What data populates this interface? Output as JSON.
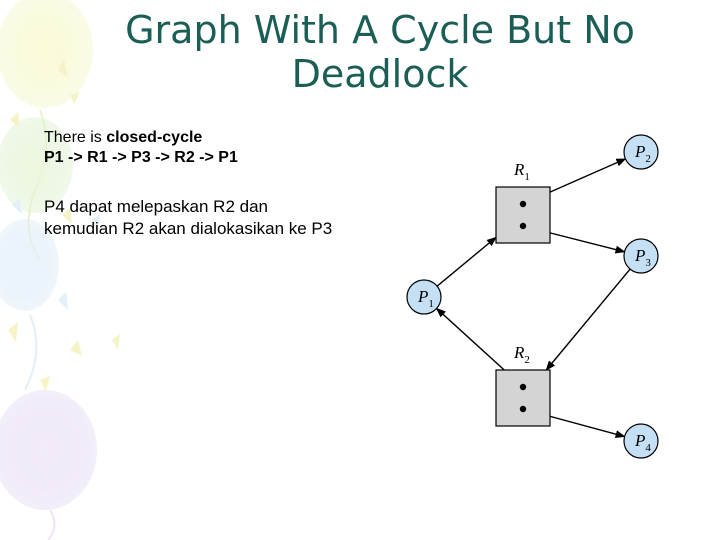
{
  "slide": {
    "title_line1": "Graph With A Cycle But No",
    "title_line2": "Deadlock",
    "para1_prefix": "There is ",
    "para1_bold": "closed-cycle",
    "para1_line2": "P1 -> R1 -> P3 -> R2 -> P1",
    "para2_line1": "P4 dapat melepaskan R2 dan",
    "para2_line2": "kemudian R2 akan dialokasikan ke P3"
  },
  "diagram": {
    "nodes": [
      {
        "id": "P1",
        "kind": "process",
        "label": "P",
        "sub": "1"
      },
      {
        "id": "P2",
        "kind": "process",
        "label": "P",
        "sub": "2"
      },
      {
        "id": "P3",
        "kind": "process",
        "label": "P",
        "sub": "3"
      },
      {
        "id": "P4",
        "kind": "process",
        "label": "P",
        "sub": "4"
      },
      {
        "id": "R1",
        "kind": "resource",
        "label": "R",
        "sub": "1",
        "instances": 2
      },
      {
        "id": "R2",
        "kind": "resource",
        "label": "R",
        "sub": "2",
        "instances": 2
      }
    ],
    "edges": [
      {
        "from": "P1",
        "to": "R1",
        "type": "request"
      },
      {
        "from": "R1",
        "to": "P2",
        "type": "assignment"
      },
      {
        "from": "R1",
        "to": "P3",
        "type": "assignment"
      },
      {
        "from": "P3",
        "to": "R2",
        "type": "request"
      },
      {
        "from": "R2",
        "to": "P1",
        "type": "assignment"
      },
      {
        "from": "R2",
        "to": "P4",
        "type": "assignment"
      }
    ],
    "colors": {
      "process_fill": "#c5dff5",
      "resource_fill": "#d4d4d4",
      "stroke": "#000000"
    }
  }
}
